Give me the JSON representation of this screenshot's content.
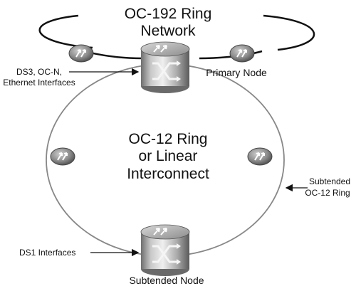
{
  "outer_ring": {
    "title_line1": "OC-192 Ring",
    "title_line2": "Network"
  },
  "inner_ring": {
    "title_line1": "OC-12 Ring",
    "title_line2": "or Linear",
    "title_line3": "Interconnect"
  },
  "labels": {
    "primary_node": "Primary Node",
    "subtended_node": "Subtended Node",
    "ds3_line1": "DS3, OC-N,",
    "ds3_line2": "Ethernet Interfaces",
    "ds1": "DS1 Interfaces",
    "subtended_line1": "Subtended",
    "subtended_line2": "OC-12 Ring"
  },
  "icons": {
    "node": "sonet-node-icon",
    "repeater": "ring-repeater-icon"
  }
}
